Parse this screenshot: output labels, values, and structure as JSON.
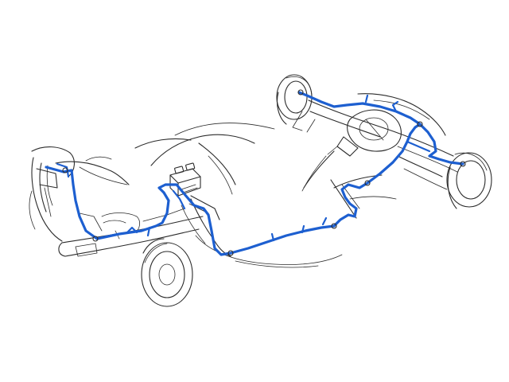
{
  "diagram": {
    "kind": "brake-line-routing-illustration",
    "colors": {
      "background": "#ffffff",
      "chassis_ink": "#2b2b2b",
      "brake_line": "#1d5fd0"
    },
    "components": [
      "front-left-rotor",
      "front-right-rotor",
      "front-crossmember",
      "master-cylinder",
      "proportioning-valve",
      "main-brake-line",
      "rear-axle",
      "rear-left-drum",
      "rear-right-drum",
      "differential",
      "rear-axle-brake-line"
    ]
  }
}
